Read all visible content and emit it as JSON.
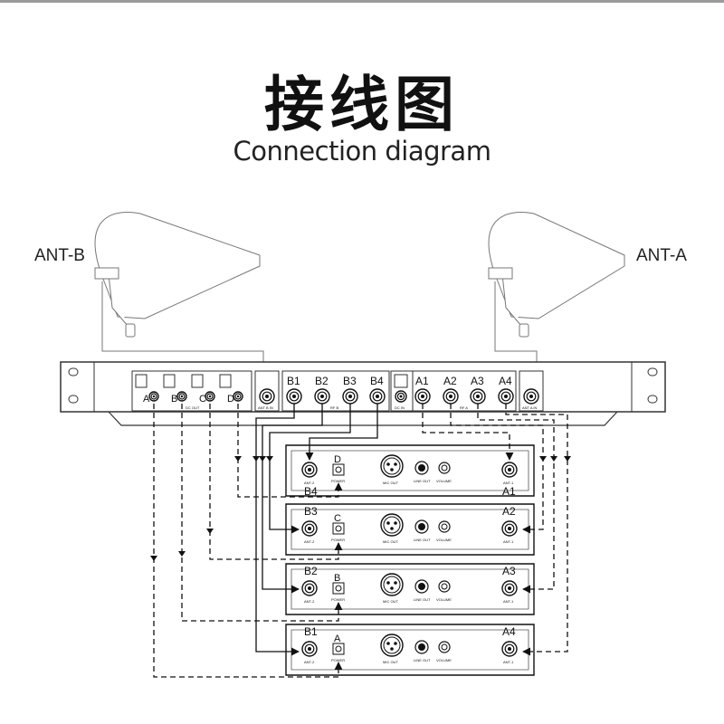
{
  "header": {
    "title_cn": "接线图",
    "title_en": "Connection diagram"
  },
  "antennas": {
    "left_label": "ANT-B",
    "right_label": "ANT-A"
  },
  "splitter": {
    "dc_ports": [
      "A",
      "B",
      "C",
      "D"
    ],
    "dc_out_label": "DC OUT",
    "ant_b_in_label": "ANT B IN",
    "rf_b_ports": [
      "B1",
      "B2",
      "B3",
      "B4"
    ],
    "rf_b_label": "RF B",
    "dc_in_label": "DC IN",
    "rf_a_ports": [
      "A1",
      "A2",
      "A3",
      "A4"
    ],
    "rf_a_label": "RF A",
    "ant_a_in_label": "ANT A IN"
  },
  "receivers": [
    {
      "b_port": "B4",
      "power_port": "D",
      "a_port": "A1"
    },
    {
      "b_port": "B3",
      "power_port": "C",
      "a_port": "A2"
    },
    {
      "b_port": "B2",
      "power_port": "B",
      "a_port": "A3"
    },
    {
      "b_port": "B1",
      "power_port": "A",
      "a_port": "A4"
    }
  ],
  "receiver_labels": {
    "ant2": "ANT-2",
    "ant1": "ANT-1",
    "power": "POWER",
    "mic_out": "MIC OUT",
    "line_out": "LINE OUT",
    "volume": "VOLUME"
  }
}
